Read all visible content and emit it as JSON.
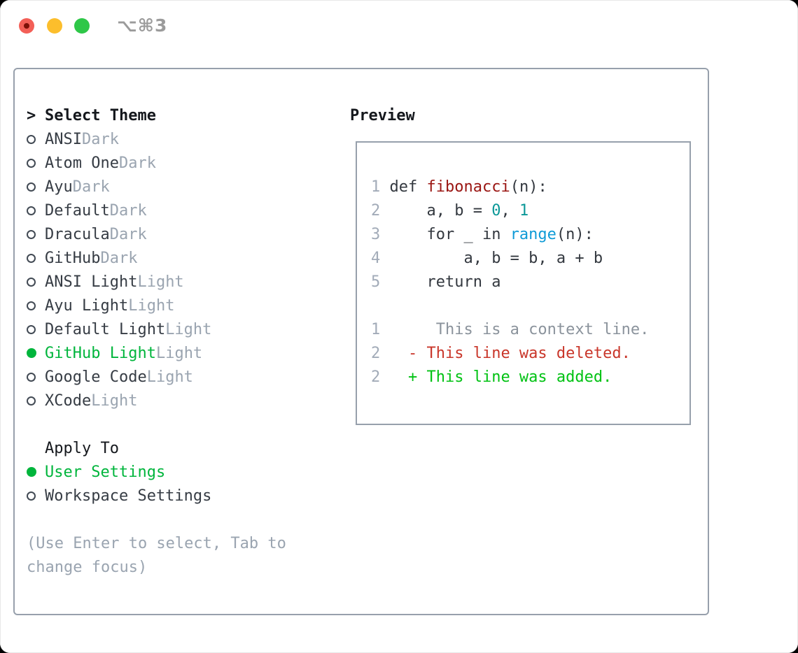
{
  "window": {
    "title": "⌥⌘3"
  },
  "colors": {
    "traffic_red": "#f35f57",
    "traffic_red_dot": "#7d1007",
    "traffic_yellow": "#fcbe2c",
    "traffic_green": "#2ec748",
    "title_gray": "#9b9b9b",
    "heading": "#15181d",
    "text": "#363c44",
    "muted": "#9aa4b0",
    "accent_green": "#00b53c",
    "border": "#97a0ac",
    "line_number": "#a2abb8",
    "code_fg": "#33383f",
    "func_red": "#9a1512",
    "number_teal": "#0b9898",
    "builtin_blue": "#0f9bd7",
    "context_gray": "#8b939c",
    "deleted_red": "#c9362a",
    "added_green": "#00c213"
  },
  "theme_menu": {
    "prompt": ">",
    "title": "Select Theme",
    "items": [
      {
        "name": "ANSI",
        "variant": "Dark",
        "selected": false
      },
      {
        "name": "Atom One",
        "variant": "Dark",
        "selected": false
      },
      {
        "name": "Ayu",
        "variant": "Dark",
        "selected": false
      },
      {
        "name": "Default",
        "variant": "Dark",
        "selected": false
      },
      {
        "name": "Dracula",
        "variant": "Dark",
        "selected": false
      },
      {
        "name": "GitHub",
        "variant": "Dark",
        "selected": false
      },
      {
        "name": "ANSI Light",
        "variant": "Light",
        "selected": false
      },
      {
        "name": "Ayu Light",
        "variant": "Light",
        "selected": false
      },
      {
        "name": "Default Light",
        "variant": "Light",
        "selected": false
      },
      {
        "name": "GitHub Light",
        "variant": "Light",
        "selected": true
      },
      {
        "name": "Google Code",
        "variant": "Light",
        "selected": false
      },
      {
        "name": "XCode",
        "variant": "Light",
        "selected": false
      }
    ]
  },
  "apply_to": {
    "title": "Apply To",
    "options": [
      {
        "name": "User Settings",
        "selected": true
      },
      {
        "name": "Workspace Settings",
        "selected": false
      }
    ]
  },
  "hint_lines": [
    "(Use Enter to select, Tab to",
    "change focus)"
  ],
  "preview": {
    "title": "Preview",
    "lines": [
      {
        "num": "1",
        "segs": [
          [
            "def ",
            "code_fg"
          ],
          [
            "fibonacci",
            "func_red"
          ],
          [
            "(n):",
            "code_fg"
          ]
        ]
      },
      {
        "num": "2",
        "segs": [
          [
            "    a, b = ",
            "code_fg"
          ],
          [
            "0",
            "number_teal"
          ],
          [
            ", ",
            "code_fg"
          ],
          [
            "1",
            "number_teal"
          ]
        ]
      },
      {
        "num": "3",
        "segs": [
          [
            "    for _ in ",
            "code_fg"
          ],
          [
            "range",
            "builtin_blue"
          ],
          [
            "(n):",
            "code_fg"
          ]
        ]
      },
      {
        "num": "4",
        "segs": [
          [
            "        a, b = b, a + b",
            "code_fg"
          ]
        ]
      },
      {
        "num": "5",
        "segs": [
          [
            "    return a",
            "code_fg"
          ]
        ]
      },
      {
        "num": "",
        "segs": []
      },
      {
        "num": "1",
        "segs": [
          [
            "     This is a context line.",
            "context_gray"
          ]
        ]
      },
      {
        "num": "2",
        "segs": [
          [
            "  - This line was deleted.",
            "deleted_red"
          ]
        ]
      },
      {
        "num": "2",
        "segs": [
          [
            "  + This line was added.",
            "added_green"
          ]
        ]
      }
    ]
  }
}
